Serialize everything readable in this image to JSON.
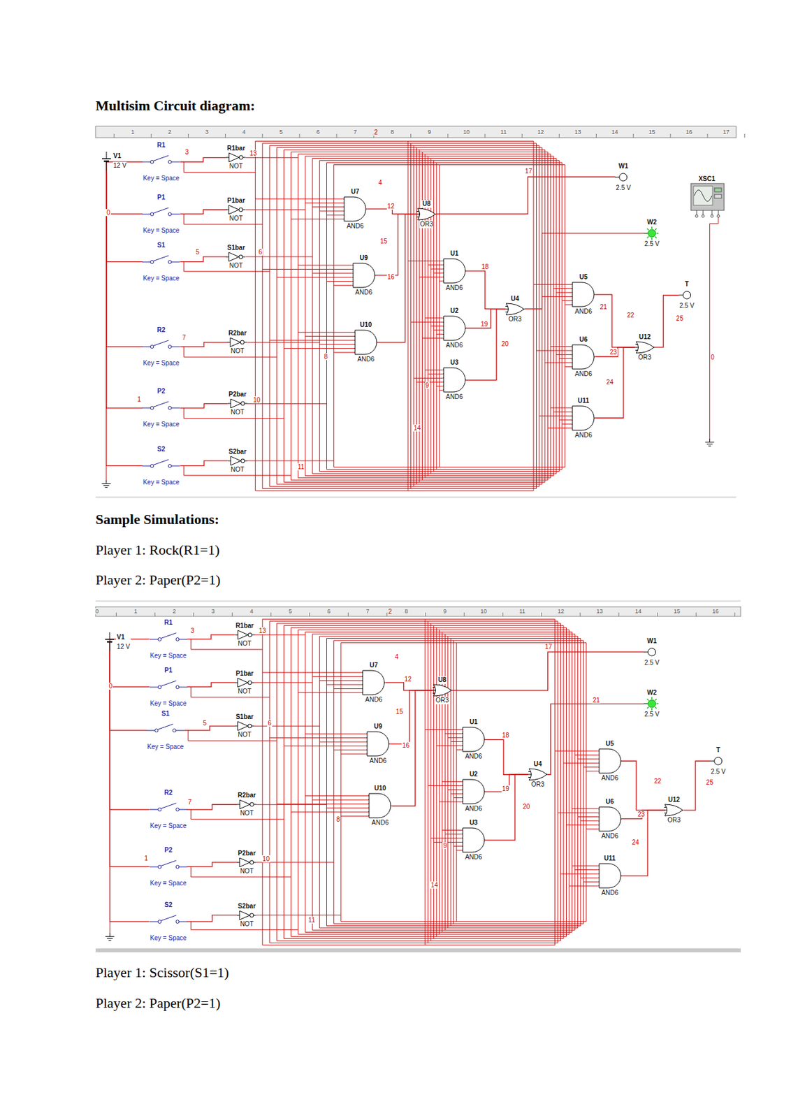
{
  "diagram": {
    "title": "Multisim Circuit diagram:",
    "nodes": [
      {
        "text": [
          "V1",
          "12 V"
        ]
      },
      {
        "text": [
          "R1",
          "Key = Space"
        ]
      },
      {
        "text": [
          "P1",
          "Key = Space"
        ]
      },
      {
        "text": [
          "S1",
          "Key = Space"
        ]
      },
      {
        "text": [
          "R2",
          "Key = Space"
        ]
      },
      {
        "text": [
          "P2",
          "Key = Space"
        ]
      },
      {
        "text": [
          "S2",
          "Key = Space"
        ]
      },
      {
        "text": [
          "R1bar",
          "NOT"
        ]
      },
      {
        "text": [
          "P1bar",
          "NOT"
        ]
      },
      {
        "text": [
          "S1bar",
          "NOT"
        ]
      },
      {
        "text": [
          "R2bar",
          "NOT"
        ]
      },
      {
        "text": [
          "P2bar",
          "NOT"
        ]
      },
      {
        "text": [
          "S2bar",
          "NOT"
        ]
      },
      {
        "text": [
          "U7",
          "AND6"
        ]
      },
      {
        "text": [
          "U9",
          "AND6"
        ]
      },
      {
        "text": [
          "U10",
          "AND6"
        ]
      },
      {
        "text": [
          "U8",
          "OR3"
        ]
      },
      {
        "text": [
          "U1",
          "AND6"
        ]
      },
      {
        "text": [
          "U2",
          "AND6"
        ]
      },
      {
        "text": [
          "U3",
          "AND6"
        ]
      },
      {
        "text": [
          "U4",
          "OR3"
        ]
      },
      {
        "text": [
          "U5",
          "AND6"
        ]
      },
      {
        "text": [
          "U6",
          "AND6"
        ]
      },
      {
        "text": [
          "U11",
          "AND6"
        ]
      },
      {
        "text": [
          "U12",
          "OR3"
        ]
      },
      {
        "text": [
          "W1",
          "2.5 V"
        ]
      },
      {
        "text": [
          "W2",
          "2.5 V"
        ]
      },
      {
        "text": [
          "T",
          "2.5 V"
        ]
      },
      {
        "text": [
          "XSC1"
        ]
      },
      {
        "text": [
          "V1",
          "12 V"
        ]
      },
      {
        "text": [
          "R1",
          "Key = Space"
        ]
      },
      {
        "text": [
          "P1",
          "Key = Space"
        ]
      },
      {
        "text": [
          "S1",
          "Key = Space"
        ]
      },
      {
        "text": [
          "R2",
          "Key = Space"
        ]
      },
      {
        "text": [
          "P2",
          "Key = Space"
        ]
      },
      {
        "text": [
          "S2",
          "Key = Space"
        ]
      },
      {
        "text": [
          "R1bar",
          "NOT"
        ]
      },
      {
        "text": [
          "P1bar",
          "NOT"
        ]
      },
      {
        "text": [
          "S1bar",
          "NOT"
        ]
      },
      {
        "text": [
          "R2bar",
          "NOT"
        ]
      },
      {
        "text": [
          "P2bar",
          "NOT"
        ]
      },
      {
        "text": [
          "S2bar",
          "NOT"
        ]
      },
      {
        "text": [
          "U7",
          "AND6"
        ]
      },
      {
        "text": [
          "U9",
          "AND6"
        ]
      },
      {
        "text": [
          "U10",
          "AND6"
        ]
      },
      {
        "text": [
          "U8",
          "OR3"
        ]
      },
      {
        "text": [
          "U1",
          "AND6"
        ]
      },
      {
        "text": [
          "U2",
          "AND6"
        ]
      },
      {
        "text": [
          "U3",
          "AND6"
        ]
      },
      {
        "text": [
          "U4",
          "OR3"
        ]
      },
      {
        "text": [
          "U5",
          "AND6"
        ]
      },
      {
        "text": [
          "U6",
          "AND6"
        ]
      },
      {
        "text": [
          "U11",
          "AND6"
        ]
      },
      {
        "text": [
          "U12",
          "OR3"
        ]
      },
      {
        "text": [
          "W1",
          "2.5 V"
        ]
      },
      {
        "text": [
          "W2",
          "2.5 V"
        ]
      },
      {
        "text": [
          "T",
          "2.5 V"
        ]
      }
    ],
    "edges": [
      {
        "from": 0,
        "to": 1,
        "arrow": "none"
      },
      {
        "from": 0,
        "to": 2,
        "arrow": "none"
      },
      {
        "from": 0,
        "to": 3,
        "arrow": "none"
      },
      {
        "from": 0,
        "to": 4,
        "arrow": "none"
      },
      {
        "from": 0,
        "to": 5,
        "arrow": "none"
      },
      {
        "from": 0,
        "to": 6,
        "arrow": "none"
      },
      {
        "from": 1,
        "to": 7,
        "arrow": "none"
      },
      {
        "from": 2,
        "to": 8,
        "arrow": "none"
      },
      {
        "from": 3,
        "to": 9,
        "arrow": "none"
      },
      {
        "from": 4,
        "to": 10,
        "arrow": "none"
      },
      {
        "from": 5,
        "to": 11,
        "arrow": "none"
      },
      {
        "from": 6,
        "to": 12,
        "arrow": "none"
      },
      {
        "from": 13,
        "to": 16,
        "arrow": "none"
      },
      {
        "from": 14,
        "to": 16,
        "arrow": "none"
      },
      {
        "from": 15,
        "to": 16,
        "arrow": "none"
      },
      {
        "from": 17,
        "to": 20,
        "arrow": "none"
      },
      {
        "from": 18,
        "to": 20,
        "arrow": "none"
      },
      {
        "from": 19,
        "to": 20,
        "arrow": "none"
      },
      {
        "from": 21,
        "to": 24,
        "arrow": "none"
      },
      {
        "from": 22,
        "to": 24,
        "arrow": "none"
      },
      {
        "from": 23,
        "to": 24,
        "arrow": "none"
      },
      {
        "from": 16,
        "to": 25,
        "arrow": "none"
      },
      {
        "from": 20,
        "to": 26,
        "arrow": "none"
      },
      {
        "from": 24,
        "to": 27,
        "arrow": "none"
      },
      {
        "from": 29,
        "to": 30,
        "arrow": "none"
      },
      {
        "from": 29,
        "to": 31,
        "arrow": "none"
      },
      {
        "from": 29,
        "to": 32,
        "arrow": "none"
      },
      {
        "from": 29,
        "to": 33,
        "arrow": "none"
      },
      {
        "from": 29,
        "to": 34,
        "arrow": "none"
      },
      {
        "from": 29,
        "to": 35,
        "arrow": "none"
      },
      {
        "from": 30,
        "to": 36,
        "arrow": "none"
      },
      {
        "from": 31,
        "to": 37,
        "arrow": "none"
      },
      {
        "from": 32,
        "to": 38,
        "arrow": "none"
      },
      {
        "from": 33,
        "to": 39,
        "arrow": "none"
      },
      {
        "from": 34,
        "to": 40,
        "arrow": "none"
      },
      {
        "from": 35,
        "to": 41,
        "arrow": "none"
      },
      {
        "from": 42,
        "to": 45,
        "arrow": "none"
      },
      {
        "from": 43,
        "to": 45,
        "arrow": "none"
      },
      {
        "from": 44,
        "to": 45,
        "arrow": "none"
      },
      {
        "from": 46,
        "to": 49,
        "arrow": "none"
      },
      {
        "from": 47,
        "to": 49,
        "arrow": "none"
      },
      {
        "from": 48,
        "to": 49,
        "arrow": "none"
      },
      {
        "from": 50,
        "to": 53,
        "arrow": "none"
      },
      {
        "from": 51,
        "to": 53,
        "arrow": "none"
      },
      {
        "from": 52,
        "to": 53,
        "arrow": "none"
      },
      {
        "from": 45,
        "to": 54,
        "arrow": "none"
      },
      {
        "from": 49,
        "to": 55,
        "arrow": "none"
      },
      {
        "from": 53,
        "to": 56,
        "arrow": "none"
      }
    ],
    "labels": [
      "1",
      "2",
      "3",
      "4",
      "5",
      "6",
      "7",
      "8",
      "9",
      "10",
      "11",
      "12",
      "13",
      "14",
      "15",
      "16",
      "17",
      "2",
      "3",
      "13",
      "17",
      "4",
      "12",
      "0",
      "15",
      "5",
      "6",
      "18",
      "16",
      "21",
      "22",
      "25",
      "19",
      "7",
      "20",
      "23",
      "0",
      "8",
      "24",
      "9",
      "1",
      "10",
      "14",
      "11",
      "Sample Simulations:",
      "Player 1: Rock(R1=1)",
      "Player 2: Paper(P2=1)",
      "0",
      "1",
      "2",
      "3",
      "4",
      "5",
      "6",
      "7",
      "8",
      "9",
      "10",
      "11",
      "12",
      "13",
      "14",
      "15",
      "16",
      "2",
      "3",
      "13",
      "17",
      "4",
      "12",
      "0",
      "21",
      "15",
      "5",
      "6",
      "18",
      "16",
      "22",
      "25",
      "19",
      "7",
      "20",
      "23",
      "8",
      "24",
      "9",
      "1",
      "10",
      "14",
      "11",
      "Player 1: Scissor(S1=1)",
      "Player 2: Paper(P2=1)"
    ]
  }
}
